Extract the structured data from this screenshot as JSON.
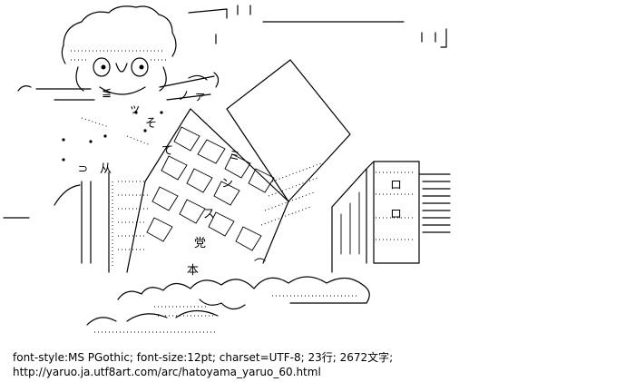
{
  "art": {
    "glyphs": {
      "so": "そ",
      "te": "て",
      "mi": "ミ",
      "n": "ン",
      "su": "ス",
      "tou": "党",
      "hon": "本",
      "ro": "ロ",
      "ro2": "ロ",
      "yoji": "ッ",
      "hoshi": "⊃",
      "jyu": "从",
      "le": "≦",
      "shi": "ノ",
      "ya": "ァ",
      "ge": "⌒"
    }
  },
  "caption": {
    "line1": "font-style:MS PGothic; font-size:12pt; charset=UTF-8; 23行; 2672文字;",
    "line2": "http://yaruo.ja.utf8art.com/arc/hatoyama_yaruo_60.html"
  }
}
